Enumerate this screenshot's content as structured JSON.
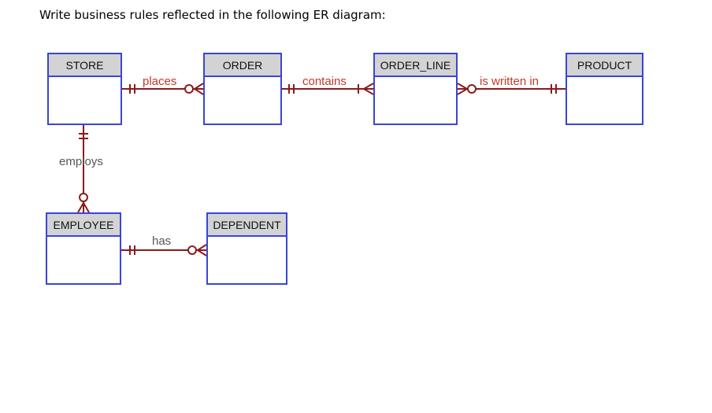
{
  "question": "Write business rules reflected in the following ER diagram:",
  "entities": {
    "store": "STORE",
    "order": "ORDER",
    "order_line": "ORDER_LINE",
    "product": "PRODUCT",
    "employee": "EMPLOYEE",
    "dependent": "DEPENDENT"
  },
  "relationships": {
    "places": "places",
    "contains": "contains",
    "is_written_in": "is written in",
    "employs": "employs",
    "has": "has"
  },
  "colors": {
    "entity_border": "#3a45d6",
    "entity_header_bg": "#d3d3d3",
    "relationship_line": "#8b1a1a",
    "relationship_label": "#c0392b"
  }
}
